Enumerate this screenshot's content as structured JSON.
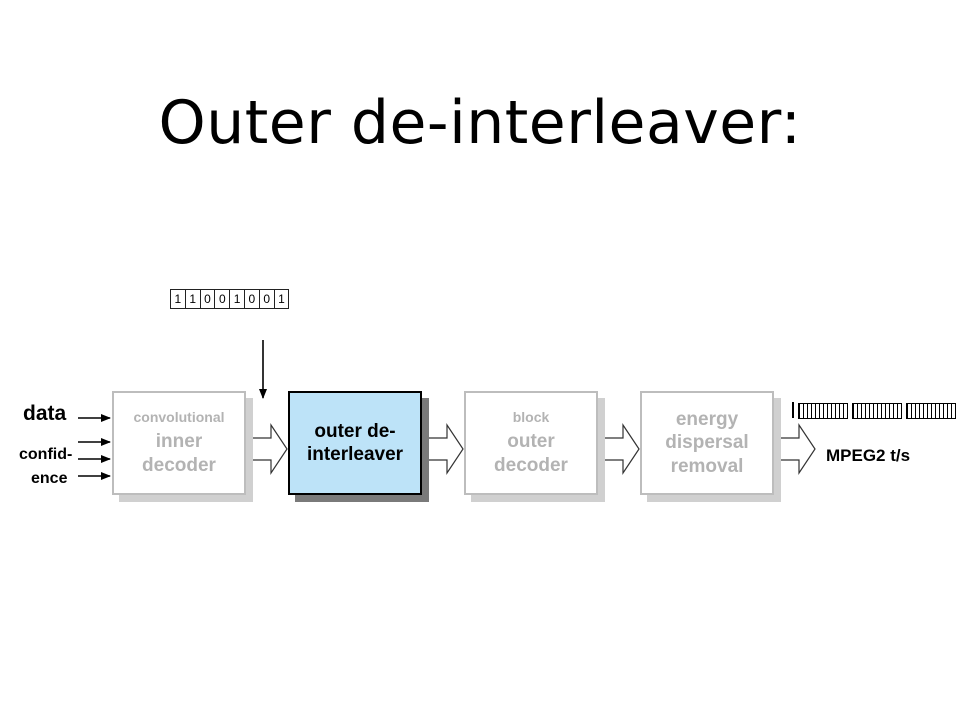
{
  "title": "Outer de-interleaver:",
  "bits": [
    "1",
    "1",
    "0",
    "0",
    "1",
    "0",
    "0",
    "1"
  ],
  "inputs": {
    "data": "data",
    "confidence_line1": "confid-",
    "confidence_line2": "ence"
  },
  "blocks": [
    {
      "small": "convolutional",
      "line1": "inner",
      "line2": "decoder",
      "active": false
    },
    {
      "small": "",
      "line1": "outer de-",
      "line2": "interleaver",
      "active": true
    },
    {
      "small": "block",
      "line1": "outer",
      "line2": "decoder",
      "active": false
    },
    {
      "small": "",
      "line1": "energy",
      "line2": "dispersal",
      "line3": "removal",
      "active": false
    }
  ],
  "output_label": "MPEG2 t/s",
  "colors": {
    "active_fill": "#bde3f8",
    "inactive_text": "#b3b3b3",
    "inactive_border": "#bdbdbd"
  }
}
